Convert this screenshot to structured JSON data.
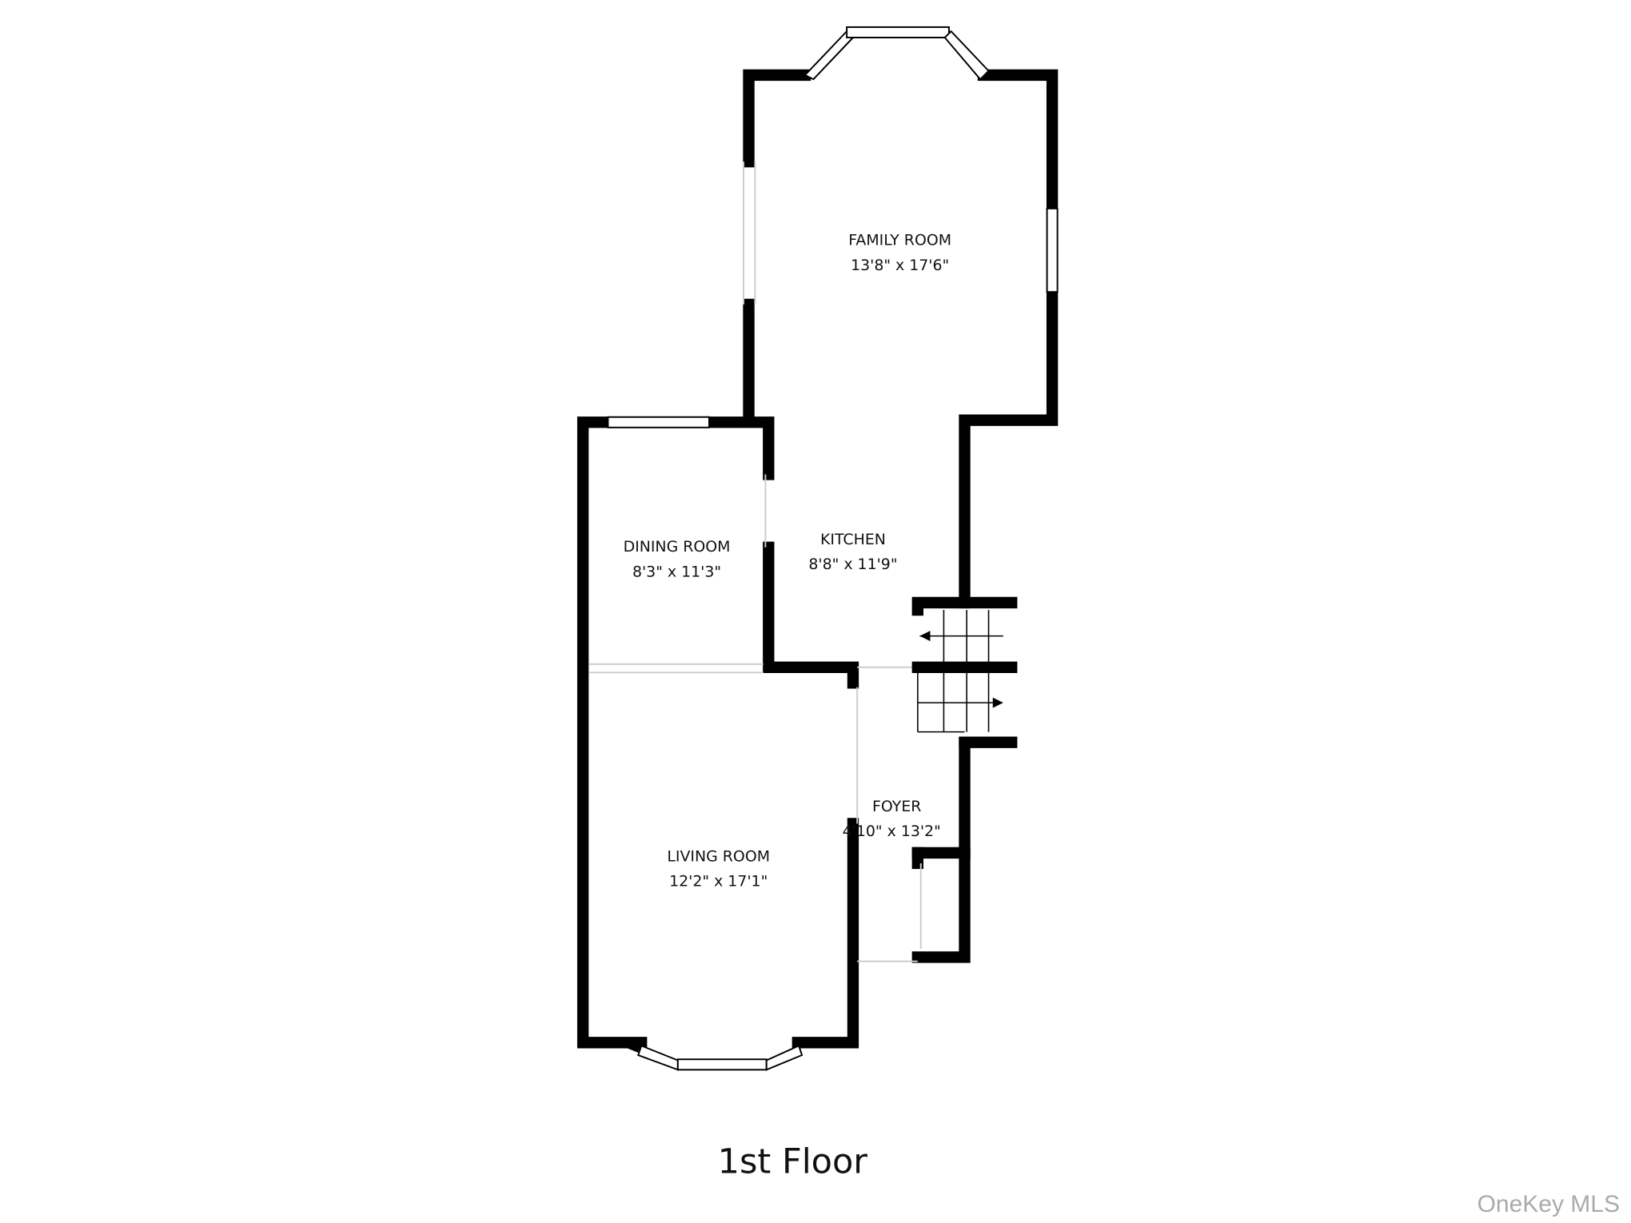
{
  "floor_title": "1st Floor",
  "rooms": [
    {
      "name": "FAMILY ROOM",
      "dimensions": "13'8\" x 17'6\""
    },
    {
      "name": "DINING ROOM",
      "dimensions": "8'3\" x 11'3\""
    },
    {
      "name": "KITCHEN",
      "dimensions": "8'8\" x 11'9\""
    },
    {
      "name": "FOYER",
      "dimensions": "4'10\" x 13'2\""
    },
    {
      "name": "LIVING ROOM",
      "dimensions": "12'2\" x 17'1\""
    }
  ],
  "watermark": "OneKey MLS"
}
